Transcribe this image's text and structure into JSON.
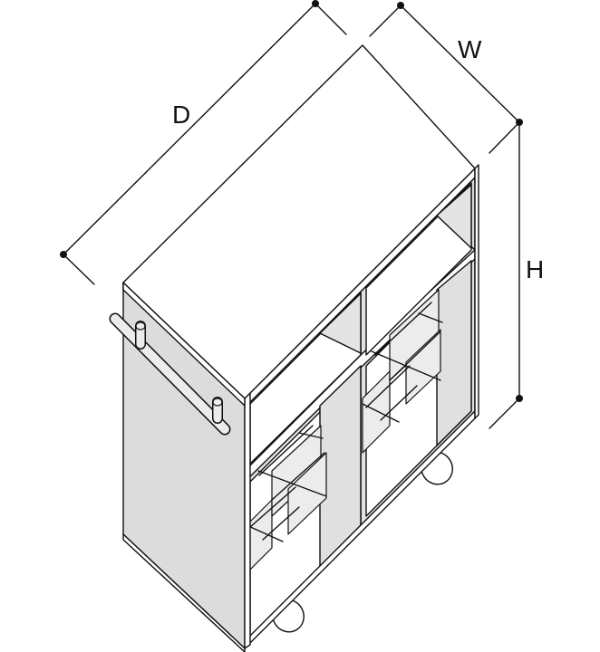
{
  "dimensions": {
    "depth_label": "D",
    "width_label": "W",
    "height_label": "H"
  }
}
